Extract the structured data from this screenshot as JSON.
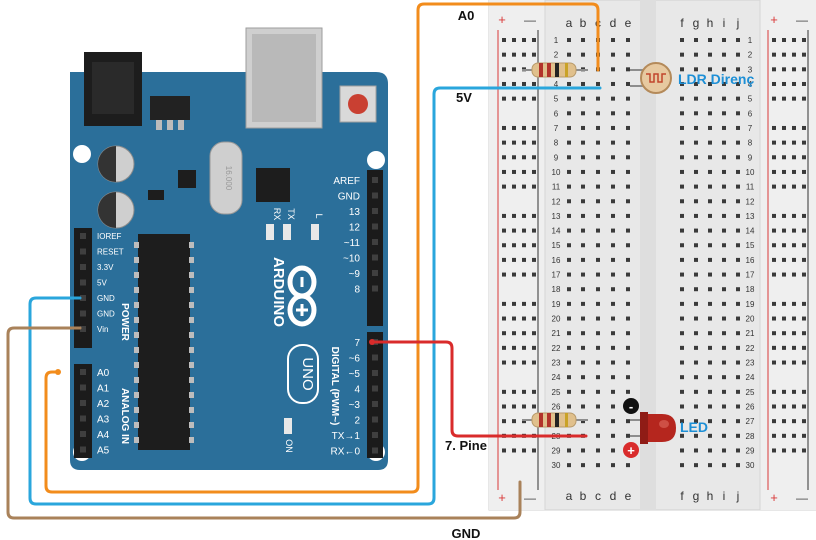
{
  "labels": {
    "a0": "A0",
    "v5": "5V",
    "gnd": "GND",
    "pin7": "7. Pine",
    "ldr": "LDR Direnç",
    "led": "LED",
    "minus_sign": "-",
    "plus_sign": "+"
  },
  "board": {
    "brand": "ARDUINO",
    "model": "UNO",
    "crystal": "16.000",
    "on_label": "ON",
    "tx": "TX",
    "rx": "RX",
    "l": "L",
    "power_header": "POWER",
    "analog_header": "ANALOG IN",
    "digital_header": "DIGITAL (PWM~)",
    "power_pins": [
      "IOREF",
      "RESET",
      "3.3V",
      "5V",
      "GND",
      "GND",
      "Vin"
    ],
    "analog_pins": [
      "A0",
      "A1",
      "A2",
      "A3",
      "A4",
      "A5"
    ],
    "digital_pins_top": [
      "AREF",
      "GND",
      "13",
      "12",
      "~11",
      "~10",
      "~9",
      "8"
    ],
    "digital_pins_bottom": [
      "7",
      "~6",
      "~5",
      "4",
      "~3",
      "2",
      "TX→1",
      "RX←0"
    ]
  },
  "breadboard": {
    "columns_left": [
      "a",
      "b",
      "c",
      "d",
      "e"
    ],
    "columns_right": [
      "f",
      "g",
      "h",
      "i",
      "j"
    ],
    "rail_plus": "+",
    "rail_minus": "—",
    "rows": [
      "1",
      "2",
      "3",
      "4",
      "5",
      "6",
      "7",
      "8",
      "9",
      "10",
      "11",
      "12",
      "13",
      "14",
      "15",
      "16",
      "17",
      "18",
      "19",
      "20",
      "21",
      "22",
      "23",
      "24",
      "25",
      "26",
      "27",
      "28",
      "29",
      "30"
    ]
  },
  "colors": {
    "board": "#2b6f9a",
    "wire_orange": "#f28c1c",
    "wire_blue": "#2aa6dc",
    "wire_brown": "#a9825a",
    "wire_red": "#d92b2b",
    "label_blue": "#1d8fd6",
    "led": "#b5261e"
  }
}
